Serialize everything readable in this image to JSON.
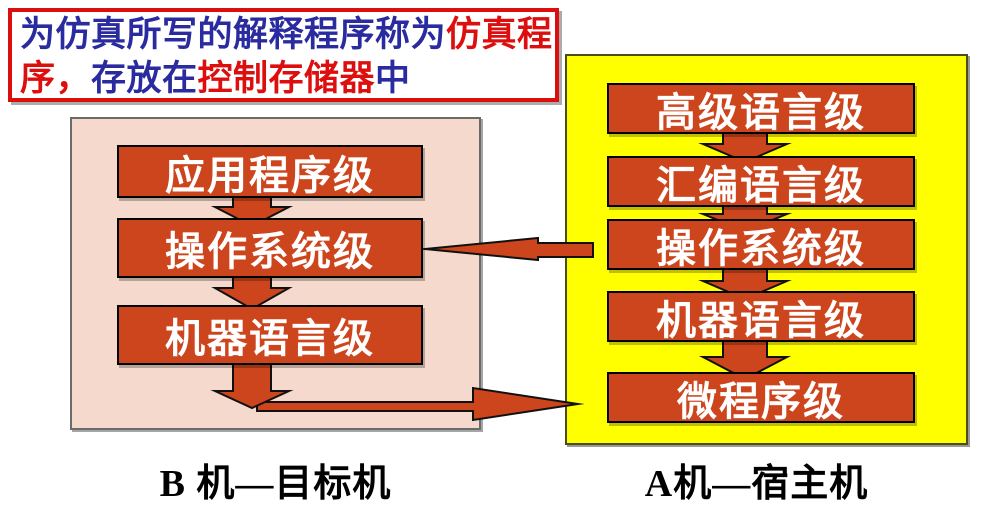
{
  "palette": {
    "dark_blue": "#2B2BA0",
    "red": "#DD0E0E",
    "box_orange": "#CD451C",
    "panel_pink": "#F4D9CC",
    "panel_yellow": "#FFFF00"
  },
  "note": {
    "line1": [
      {
        "t": "为仿真所写的解释程序称为",
        "c": "blue"
      },
      {
        "t": "仿真程",
        "c": "red"
      }
    ],
    "line2": [
      {
        "t": "序，",
        "c": "red"
      },
      {
        "t": "存放在",
        "c": "blue"
      },
      {
        "t": "控制存储器",
        "c": "red"
      },
      {
        "t": "中",
        "c": "blue"
      }
    ]
  },
  "machine_b": {
    "label": "B 机—目标机",
    "levels": [
      "应用程序级",
      "操作系统级",
      "机器语言级"
    ]
  },
  "machine_a": {
    "label": "A机—宿主机",
    "levels": [
      "高级语言级",
      "汇编语言级",
      "操作系统级",
      "机器语言级",
      "微程序级"
    ]
  }
}
